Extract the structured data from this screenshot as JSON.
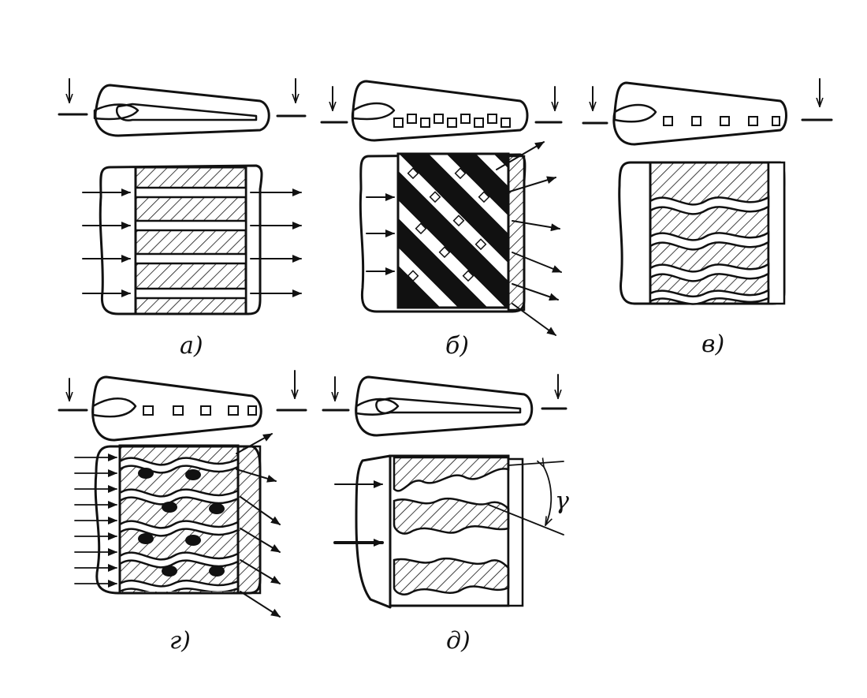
{
  "panels": [
    {
      "id": "a",
      "label": "а)",
      "channel_type": "straight-radial",
      "section_holes": "slot"
    },
    {
      "id": "b",
      "label": "б)",
      "channel_type": "inclined-lattice",
      "section_holes": "square-row"
    },
    {
      "id": "v",
      "label": "в)",
      "channel_type": "wavy",
      "section_holes": "square-row"
    },
    {
      "id": "g",
      "label": "г)",
      "channel_type": "braided-lattice",
      "section_holes": "square-row"
    },
    {
      "id": "d",
      "label": "д)",
      "channel_type": "zigzag-inclined",
      "section_holes": "slot",
      "angle_label": "γ"
    }
  ],
  "colors": {
    "ink": "#111111",
    "fill_dark": "#111111",
    "paper": "#ffffff"
  }
}
